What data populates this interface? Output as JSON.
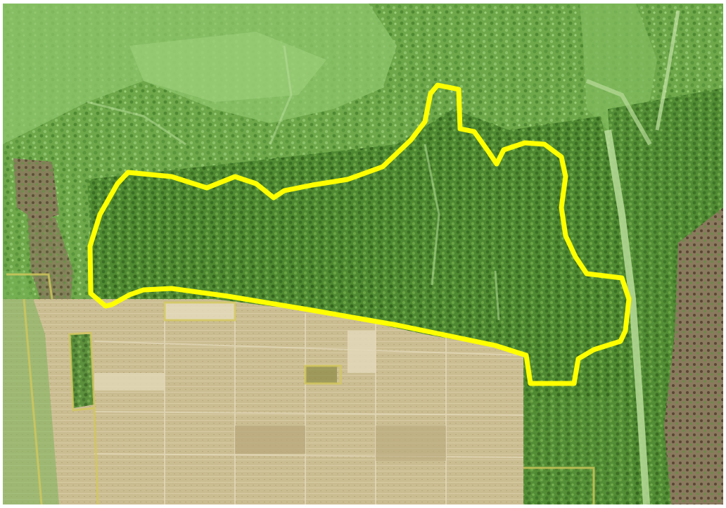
{
  "map": {
    "view": "aerial-imagery",
    "colors": {
      "forest_dark": "#3f7a2a",
      "forest_mid": "#5e9a3c",
      "forest_light": "#8cc36a",
      "clearing": "#a9d48a",
      "field_tan": "#c9b98a",
      "field_light": "#ddd2b0",
      "field_dark": "#b3a478",
      "soil_brown": "#6e5a45",
      "boundary": "#ffff00",
      "parcel_lines": "#cfc55a"
    },
    "features": [
      {
        "kind": "highlighted-parcel-boundary",
        "color": "#ffff00"
      },
      {
        "kind": "agricultural-fields"
      },
      {
        "kind": "forest-cover"
      },
      {
        "kind": "track-corridor"
      },
      {
        "kind": "cleared-soil-patches"
      }
    ]
  }
}
